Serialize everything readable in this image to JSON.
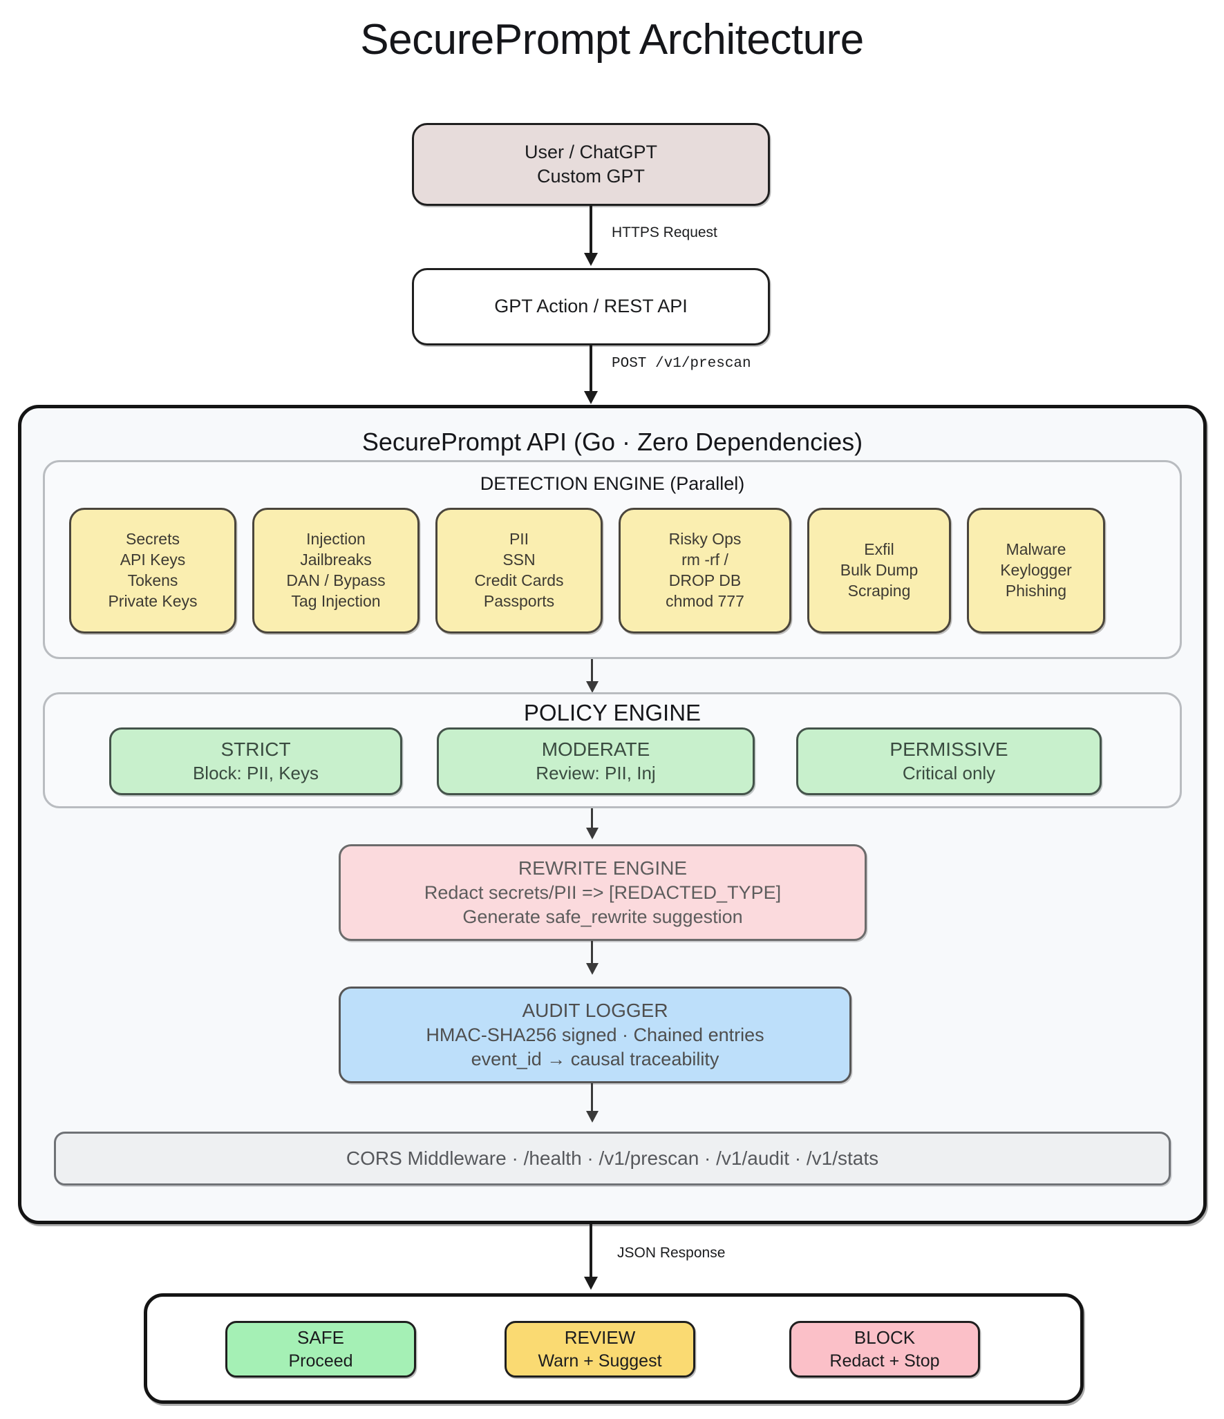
{
  "title": "SecurePrompt Architecture",
  "top_flow": {
    "user_node": {
      "line1": "User / ChatGPT",
      "line2": "Custom GPT"
    },
    "edge_https_label": "HTTPS Request",
    "gpt_action_node": {
      "line1": "GPT Action / REST API"
    },
    "edge_post_label": "POST  /v1/prescan"
  },
  "api": {
    "container_title": "SecurePrompt API  (Go · Zero Dependencies)",
    "detection": {
      "title": "DETECTION ENGINE  (Parallel)",
      "nodes": [
        {
          "lines": [
            "Secrets",
            "API Keys",
            "Tokens",
            "Private Keys"
          ]
        },
        {
          "lines": [
            "Injection",
            "Jailbreaks",
            "DAN / Bypass",
            "Tag Injection"
          ]
        },
        {
          "lines": [
            "PII",
            "SSN",
            "Credit Cards",
            "Passports"
          ]
        },
        {
          "lines": [
            "Risky Ops",
            "rm -rf /",
            "DROP DB",
            "chmod 777"
          ]
        },
        {
          "lines": [
            "Exfil",
            "Bulk Dump",
            "Scraping"
          ]
        },
        {
          "lines": [
            "Malware",
            "Keylogger",
            "Phishing"
          ]
        }
      ]
    },
    "policy": {
      "title": "POLICY ENGINE",
      "nodes": [
        {
          "head": "STRICT",
          "sub": "Block: PII, Keys"
        },
        {
          "head": "MODERATE",
          "sub": "Review: PII, Inj"
        },
        {
          "head": "PERMISSIVE",
          "sub": "Critical only"
        }
      ]
    },
    "rewrite": {
      "head": "REWRITE ENGINE",
      "sub1": "Redact secrets/PII  => [REDACTED_TYPE]",
      "sub2": "Generate safe_rewrite suggestion"
    },
    "audit": {
      "head": "AUDIT LOGGER",
      "sub1": "HMAC-SHA256 signed · Chained entries",
      "sub2": "event_id → causal traceability"
    },
    "cors": "CORS Middleware  ·  /health  ·  /v1/prescan  ·  /v1/audit  ·  /v1/stats"
  },
  "output": {
    "edge_json_label": "JSON Response",
    "outcomes": [
      {
        "head": "SAFE",
        "sub": "Proceed"
      },
      {
        "head": "REVIEW",
        "sub": "Warn + Suggest"
      },
      {
        "head": "BLOCK",
        "sub": "Redact + Stop"
      }
    ]
  },
  "colors": {
    "user_fill": "#e7dcdb",
    "detect_fill": "#faeeb0",
    "policy_fill": "#c8f0cc",
    "rewrite_fill": "#fbdadd",
    "audit_fill": "#bddffa",
    "cors_fill": "#eef0f2",
    "api_container_fill": "#f7f9fb",
    "safe_fill": "#a5f0b5",
    "review_fill": "#fada72",
    "block_fill": "#fbc0c8"
  }
}
